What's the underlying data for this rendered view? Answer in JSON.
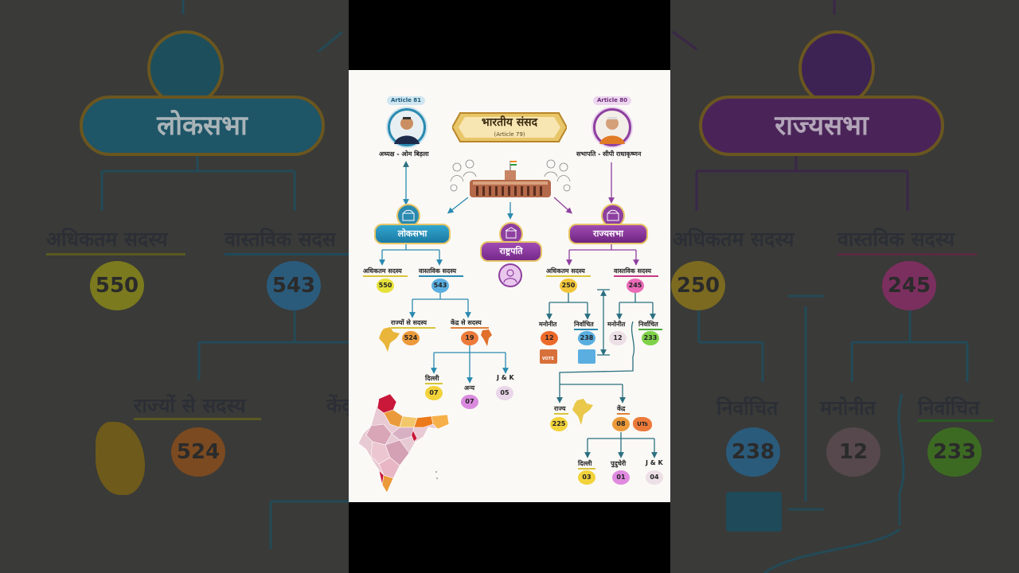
{
  "title": "भारतीय संसद",
  "title_article": "(Article 79)",
  "lok_sabha": {
    "article": "Article 81",
    "speaker": "अध्यक्ष - ओम बिड़ला",
    "name": "लोकसभा",
    "max_label": "अधिकतम सदस्य",
    "max_value": "550",
    "actual_label": "वास्तविक सदस्य",
    "actual_value": "543",
    "states_label": "राज्यों से सदस्य",
    "states_value": "524",
    "centre_label": "केंद्र से सदस्य",
    "centre_value": "19",
    "delhi_label": "दिल्ली",
    "delhi_value": "07",
    "other_label": "अन्य",
    "other_value": "07",
    "jk_label": "J & K",
    "jk_value": "05"
  },
  "president": {
    "name": "राष्ट्रपति"
  },
  "rajya_sabha": {
    "article": "Article 80",
    "chairman": "सभापति - सीपी राधाकृष्णन",
    "name": "राज्यसभा",
    "max_label": "अधिकतम सदस्य",
    "max_value": "250",
    "actual_label": "वास्तविक सदस्य",
    "actual_value": "245",
    "nominated_label": "मनोनीत",
    "nominated_max": "12",
    "elected_label": "निर्वाचित",
    "elected_max": "238",
    "vote_tag": "VOTE",
    "nominated_actual": "12",
    "elected_actual": "233",
    "state_label": "राज्य",
    "state_value": "225",
    "centre_label": "केंद्र",
    "centre_value": "08",
    "uts_label": "UTs",
    "delhi_label": "दिल्ली",
    "delhi_value": "03",
    "puducherry_label": "पुदुचेरी",
    "puducherry_value": "01",
    "jk_label": "J & K",
    "jk_value": "04"
  },
  "bg": {
    "lok": "लोकसभा",
    "raj": "राज्यसभा",
    "max": "अधिकतम सदस्य",
    "actual_l": "वास्तविक सदस",
    "actual_r": "वास्तविक सदस्य",
    "n550": "550",
    "n543": "543",
    "n250": "250",
    "n245": "245",
    "states": "राज्यों से सदस्य",
    "kendra": "केंद्",
    "n524": "524",
    "elected": "निर्वाचित",
    "nominated": "मनोनीत",
    "n238": "238",
    "n12": "12",
    "n233": "233"
  },
  "colors": {
    "lok": "#1f8fb6",
    "raj": "#8e2a9b",
    "gold": "#d4a73a"
  }
}
